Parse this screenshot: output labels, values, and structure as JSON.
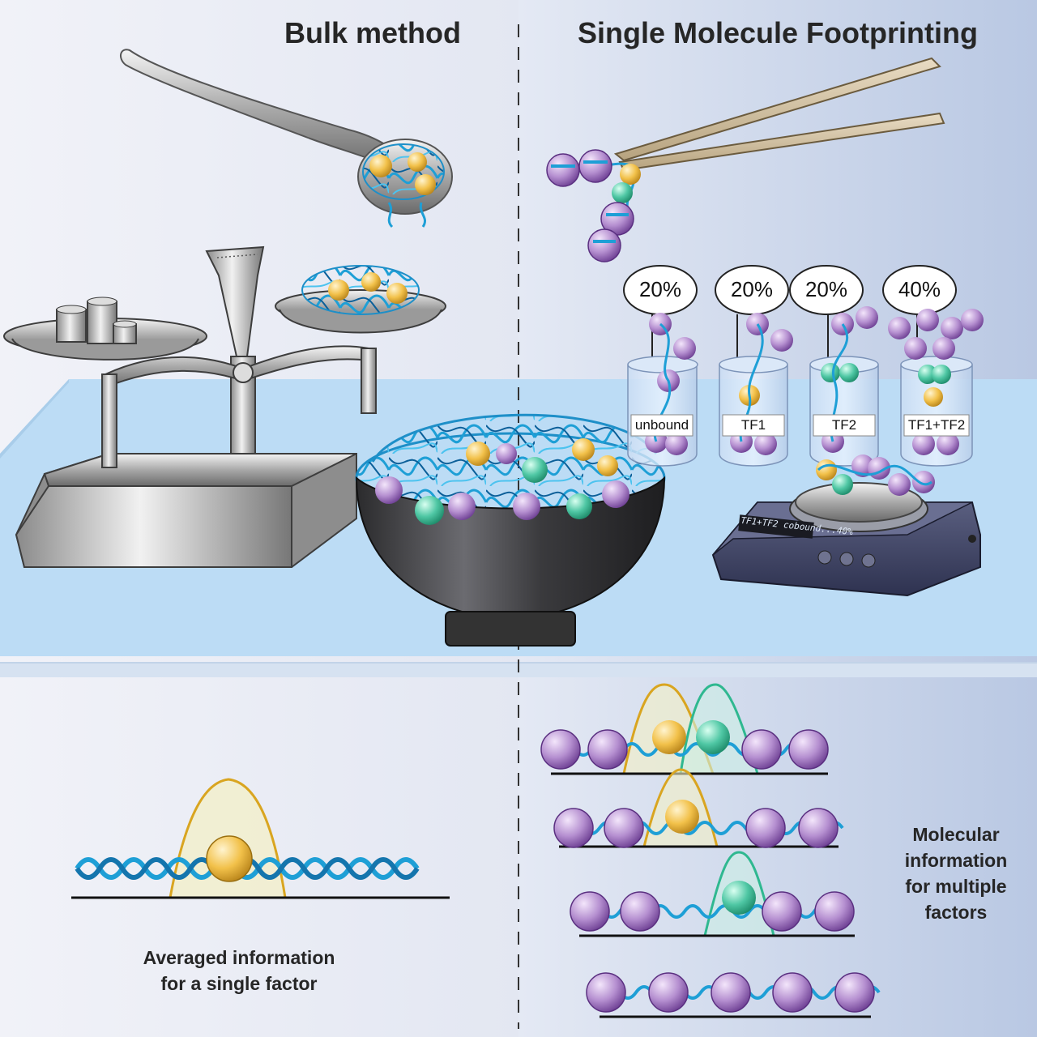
{
  "headers": {
    "bulk": "Bulk method",
    "smf": "Single Molecule Footprinting"
  },
  "jars": [
    {
      "percent": "20%",
      "label": "unbound"
    },
    {
      "percent": "20%",
      "label": "TF1"
    },
    {
      "percent": "20%",
      "label": "TF2"
    },
    {
      "percent": "40%",
      "label": "TF1+TF2"
    }
  ],
  "scale_display": "TF1+TF2 cobound...40%",
  "captions": {
    "bulk_line1": "Averaged information",
    "bulk_line2": "for a single factor",
    "smf_line1": "Molecular",
    "smf_line2": "information",
    "smf_line3": "for multiple",
    "smf_line4": "factors"
  },
  "colors": {
    "dna": "#2aa6d8",
    "nucleosome": "#b58fd0",
    "tf1": "#f2c14a",
    "tf2": "#4fc7a4",
    "tf1_outline": "#d9a520",
    "tf2_outline": "#2fb890",
    "table": "#bcdcf5",
    "panel_bg": "#e9edf6"
  }
}
